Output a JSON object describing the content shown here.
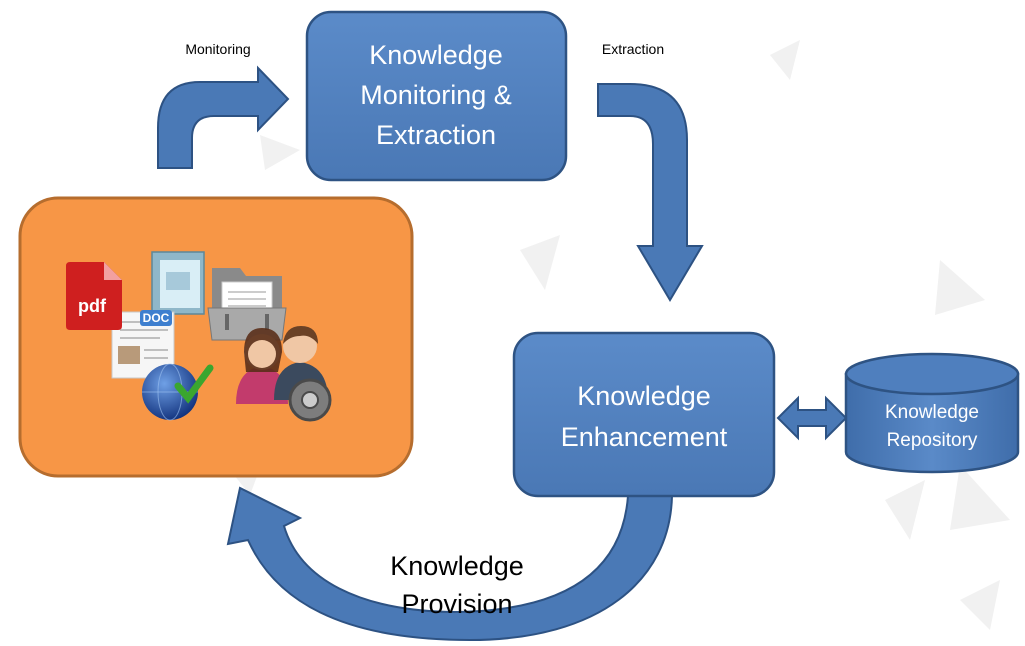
{
  "colors": {
    "box_fill": "#4f7fbe",
    "box_stroke": "#2e5383",
    "arrow_fill": "#4a79b6",
    "arrow_stroke": "#2d5283",
    "source_fill": "#f79646",
    "source_stroke": "#b66d2e",
    "pdf_red": "#cf1f1f"
  },
  "labels": {
    "monitoring": "Monitoring",
    "extraction": "Extraction",
    "provision_line1": "Knowledge",
    "provision_line2": "Provision"
  },
  "nodes": {
    "monitoring_extraction": {
      "line1": "Knowledge",
      "line2": "Monitoring &",
      "line3": "Extraction"
    },
    "enhancement": {
      "line1": "Knowledge",
      "line2": "Enhancement"
    },
    "repository": {
      "line1": "Knowledge",
      "line2": "Repository"
    }
  },
  "source_icons": {
    "pdf_label": "pdf",
    "doc_label": "DOC",
    "icons": [
      "pdf-icon",
      "doc-icon",
      "folder-icon",
      "document-folder-icon",
      "globe-check-icon",
      "user-icon",
      "admin-gear-icon"
    ]
  }
}
